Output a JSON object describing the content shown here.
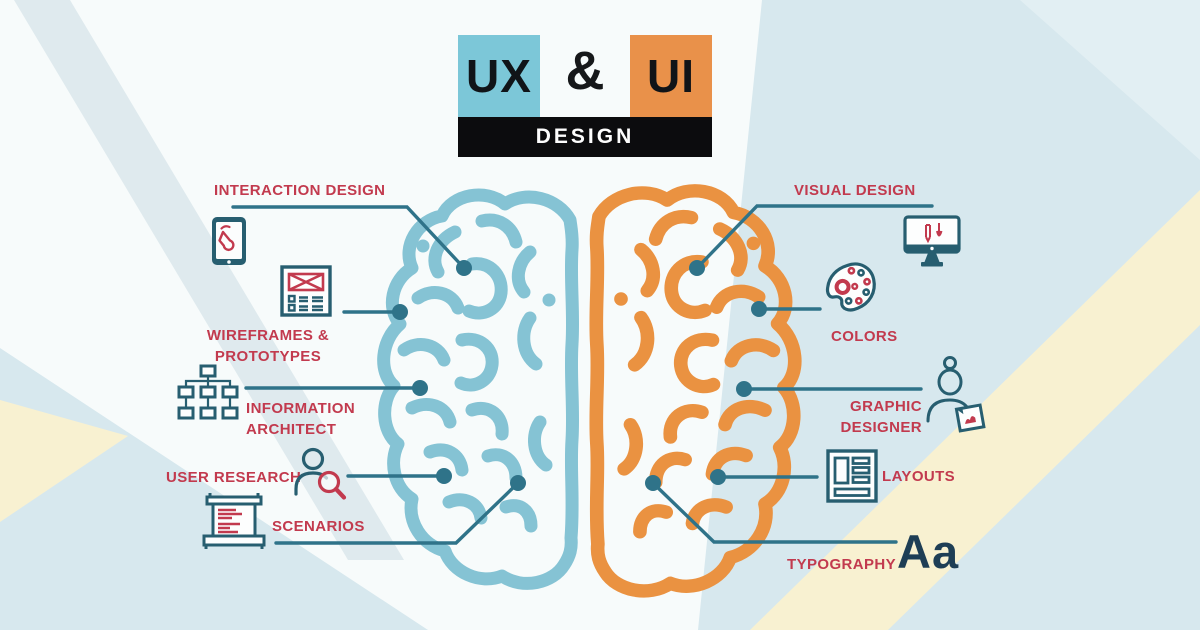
{
  "header": {
    "ux_label": "UX",
    "ampersand": "&",
    "ui_label": "UI",
    "design_label": "DESIGN"
  },
  "ux_side": {
    "items": [
      {
        "label": "INTERACTION DESIGN",
        "icon": "tablet-touch-icon"
      },
      {
        "label_line1": "WIREFRAMES &",
        "label_line2": "PROTOTYPES",
        "icon": "wireframe-icon"
      },
      {
        "label_line1": "INFORMATION",
        "label_line2": "ARCHITECT",
        "icon": "sitemap-icon"
      },
      {
        "label": "USER RESEARCH",
        "icon": "user-magnifier-icon"
      },
      {
        "label": "SCENARIOS",
        "icon": "scroll-icon"
      }
    ]
  },
  "ui_side": {
    "items": [
      {
        "label": "VISUAL DESIGN",
        "icon": "monitor-design-icon"
      },
      {
        "label": "COLORS",
        "icon": "palette-icon"
      },
      {
        "label_line1": "GRAPHIC",
        "label_line2": "DESIGNER",
        "icon": "designer-person-icon"
      },
      {
        "label": "LAYOUTS",
        "icon": "layout-grid-icon"
      },
      {
        "label": "TYPOGRAPHY",
        "icon": "typography-sample",
        "sample": "Aa"
      }
    ]
  },
  "colors": {
    "ux_teal": "#7cc7d8",
    "ui_orange": "#e9914a",
    "brain_blue": "#85c3d4",
    "brain_orange": "#ea9241",
    "label_red": "#c23a4e",
    "line_teal": "#2f7389",
    "icon_teal": "#275e70",
    "typography_navy": "#1e3e55",
    "bg_blue": "#d7e8ee",
    "bg_white": "#f7fbfb",
    "bg_yellow": "#f8f1d1"
  }
}
